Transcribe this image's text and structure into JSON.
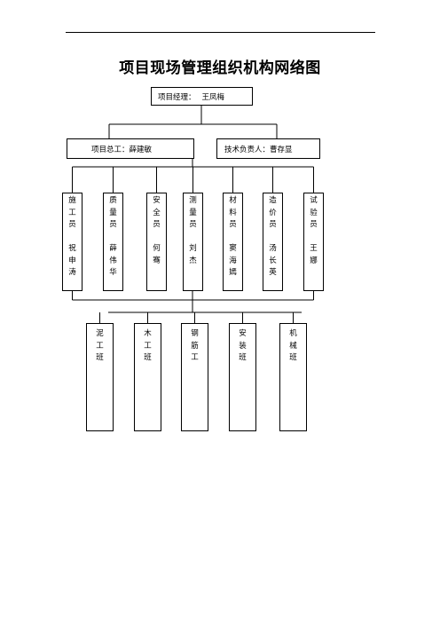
{
  "page": {
    "title": "项目现场管理组织机构网络图"
  },
  "project_manager": {
    "label": "项目经理：",
    "name": "王凤梅"
  },
  "chief_engineer": {
    "label": "项目总工：",
    "name": "薛建敏"
  },
  "technical_lead": {
    "label": "技术负责人：",
    "name": "曹存显"
  },
  "staff": [
    {
      "role": "施工员",
      "name": "祝申涛"
    },
    {
      "role": "质量员",
      "name": "薛伟华"
    },
    {
      "role": "安全员",
      "name": "何骞"
    },
    {
      "role": "测量员",
      "name": "刘杰"
    },
    {
      "role": "材料员",
      "name": "窦海嫣"
    },
    {
      "role": "造价员",
      "name": "汤长英"
    },
    {
      "role": "试验员",
      "name": "王娜"
    }
  ],
  "teams": [
    {
      "name": "泥工班"
    },
    {
      "name": "木工班"
    },
    {
      "name": "钢筋工"
    },
    {
      "name": "安装班"
    },
    {
      "name": "机械班"
    }
  ],
  "colors": {
    "line": "#000000",
    "background": "#ffffff"
  }
}
